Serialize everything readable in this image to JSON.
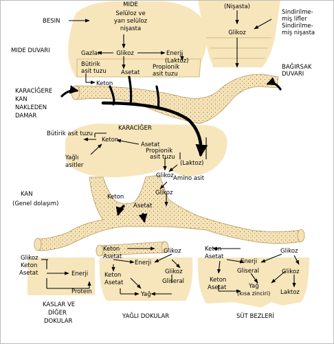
{
  "labels": {
    "besin": "BESIN",
    "mide": "MIDE",
    "mide_duvari": "MIDE DUVARI",
    "nisasta_top": "(Nişasta)",
    "sindirilme_lifler": "Sindirilme-miş lifler",
    "sindirilme_nisasta": "Sindirilme-miş nişasta",
    "glikoz_int": "Glikoz",
    "bagirsak_duvari": "BAĞIRSAK DUVARI",
    "selluloz": "Selüloz ve yarı selüloz nişasta",
    "gazlar": "Gazlar",
    "glikoz_mide": "Glikoz",
    "enerji_mide": "Enerji",
    "laktoz_mide": "(Laktoz)",
    "butirik_mide": "Bütirik asit tuzu",
    "asetat_mide": "Asetat",
    "propionik_mide": "Propionik asit tuzu",
    "keton_mide": "Keton",
    "karaciger_kan": "KARACİĞERE KAN NAKLEDEN DAMAR",
    "karaciger": "KARACİĞER",
    "butirik_kar": "Bütirik asit tuzu",
    "keton_kar": "Keton",
    "asetat_kar": "Asetat",
    "propionik_kar": "Propionik asit tuzu",
    "laktoz_kar": "(Laktoz)",
    "yagli_asitler": "Yağlı asitler",
    "glikoz_kar": "Glikoz",
    "amino_asit": "Amino asit",
    "kan": "KAN",
    "genel_dolasim": "(Genel dolaşım)",
    "glikoz_kan": "Glikoz",
    "keton_kan": "Keton",
    "asetat_kan": "Asetat",
    "left_glikoz": "Glikoz",
    "left_keton": "Keton",
    "left_asetat": "Asetat",
    "left_enerji": "Enerji",
    "left_protein": "Protein",
    "kaslar": "KASLAR VE DİĞER DOKULAR",
    "mid_keton1": "Keton",
    "mid_asetat1": "Asetat",
    "mid_glikoz1": "Glikoz",
    "mid_enerji": "Enerji",
    "mid_glikoz2": "Glikoz",
    "mid_keton2": "Keton",
    "mid_asetat2": "Asetat",
    "mid_gliseral": "Gliseral",
    "mid_yag": "Yağ",
    "yagli_dokular": "YAĞLI DOKULAR",
    "r_keton1": "Keton",
    "r_asetat1": "Asetat",
    "r_glikoz1": "Glikoz",
    "r_enerji": "Enerji",
    "r_gliseral": "Gliseral",
    "r_glikoz2": "Glikoz",
    "r_keton2": "Keton",
    "r_asetat2": "Asetat",
    "r_yag": "Yağ",
    "r_kisa": "(kısa zinciri)",
    "r_laktoz": "Laktoz",
    "sut_bezleri": "SÜT BEZLERİ"
  }
}
